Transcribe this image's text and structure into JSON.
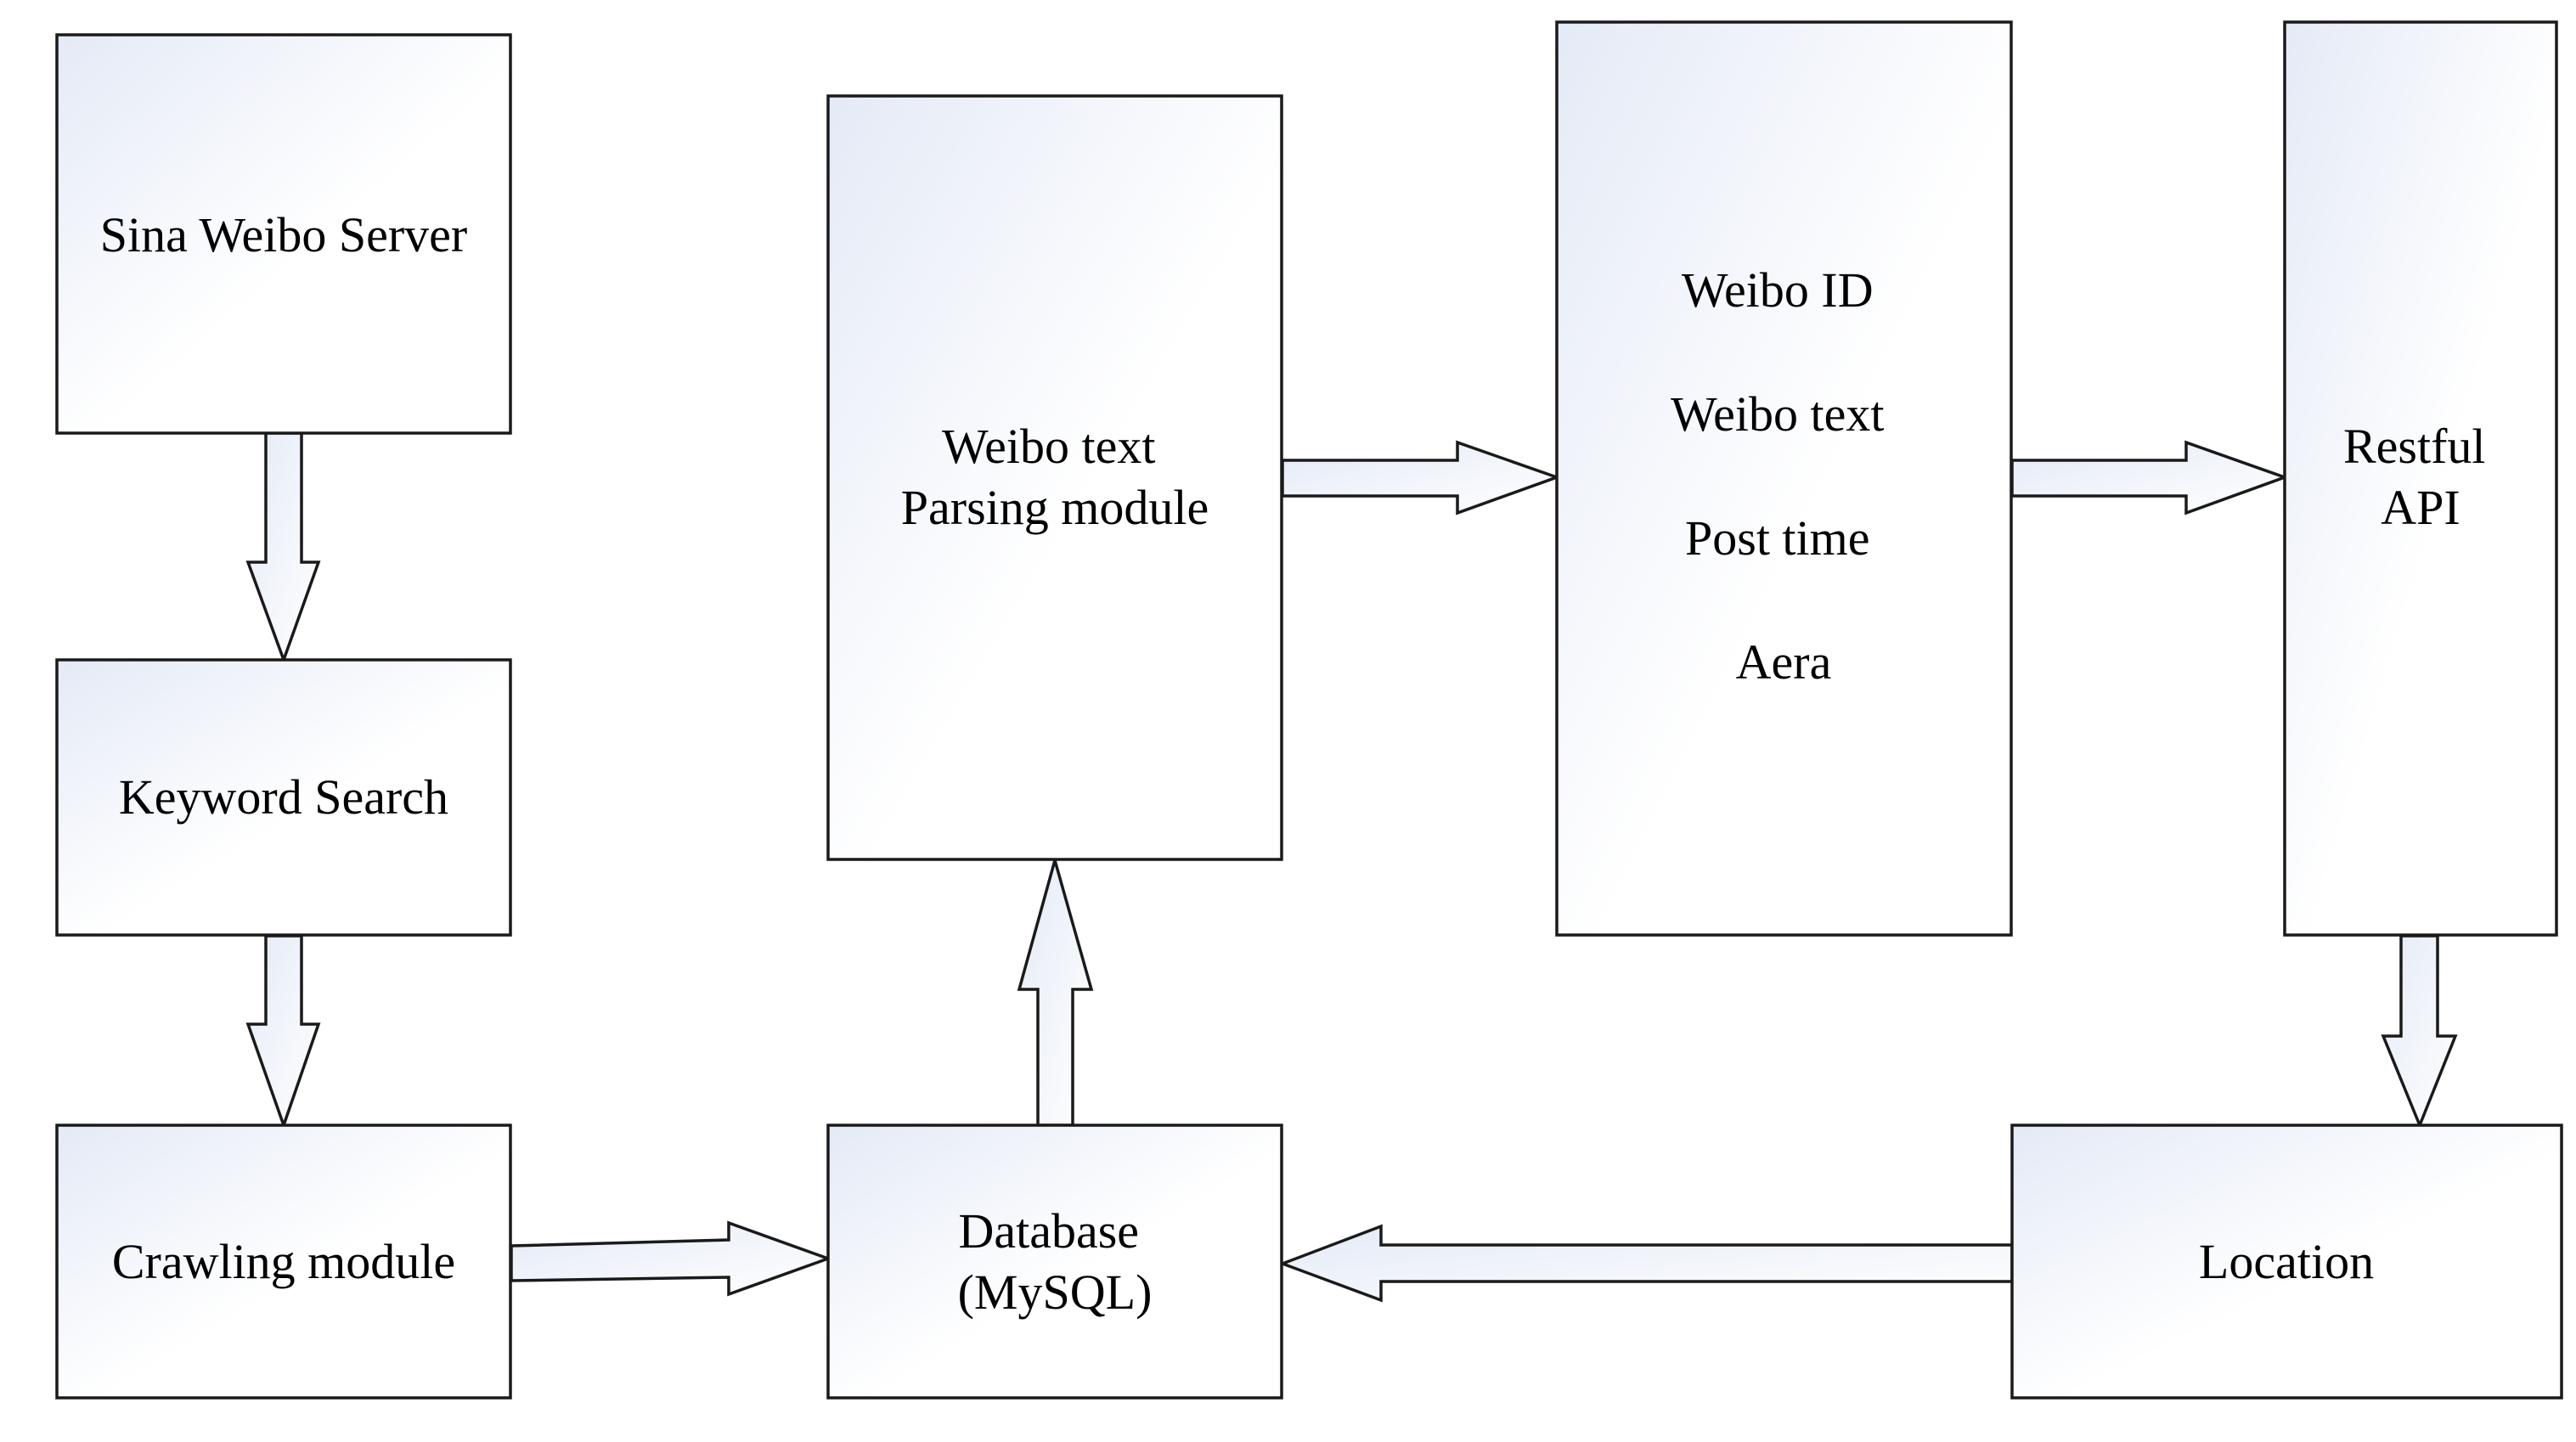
{
  "nodes": {
    "sina_weibo_server": {
      "lines": [
        "Sina Weibo Server"
      ]
    },
    "keyword_search": {
      "lines": [
        "Keyword Search"
      ]
    },
    "crawling_module": {
      "lines": [
        "Crawling module"
      ]
    },
    "parsing_module": {
      "lines": [
        "Weibo text",
        "Parsing module"
      ]
    },
    "database": {
      "lines": [
        "Database",
        "(MySQL)"
      ]
    },
    "weibo_fields": {
      "lines": [
        "Weibo ID",
        "Weibo text",
        "Post time",
        "Aera"
      ]
    },
    "restful_api": {
      "lines": [
        "Restful",
        "API"
      ]
    },
    "location": {
      "lines": [
        "Location"
      ]
    }
  },
  "edges": [
    {
      "from": "sina_weibo_server",
      "to": "keyword_search"
    },
    {
      "from": "keyword_search",
      "to": "crawling_module"
    },
    {
      "from": "crawling_module",
      "to": "database"
    },
    {
      "from": "database",
      "to": "parsing_module"
    },
    {
      "from": "parsing_module",
      "to": "weibo_fields"
    },
    {
      "from": "weibo_fields",
      "to": "restful_api"
    },
    {
      "from": "restful_api",
      "to": "location"
    },
    {
      "from": "location",
      "to": "database"
    }
  ],
  "colors": {
    "stroke": "#1a1a1a",
    "fill_tint": "#e4eaf6",
    "fill_base": "#ffffff"
  }
}
